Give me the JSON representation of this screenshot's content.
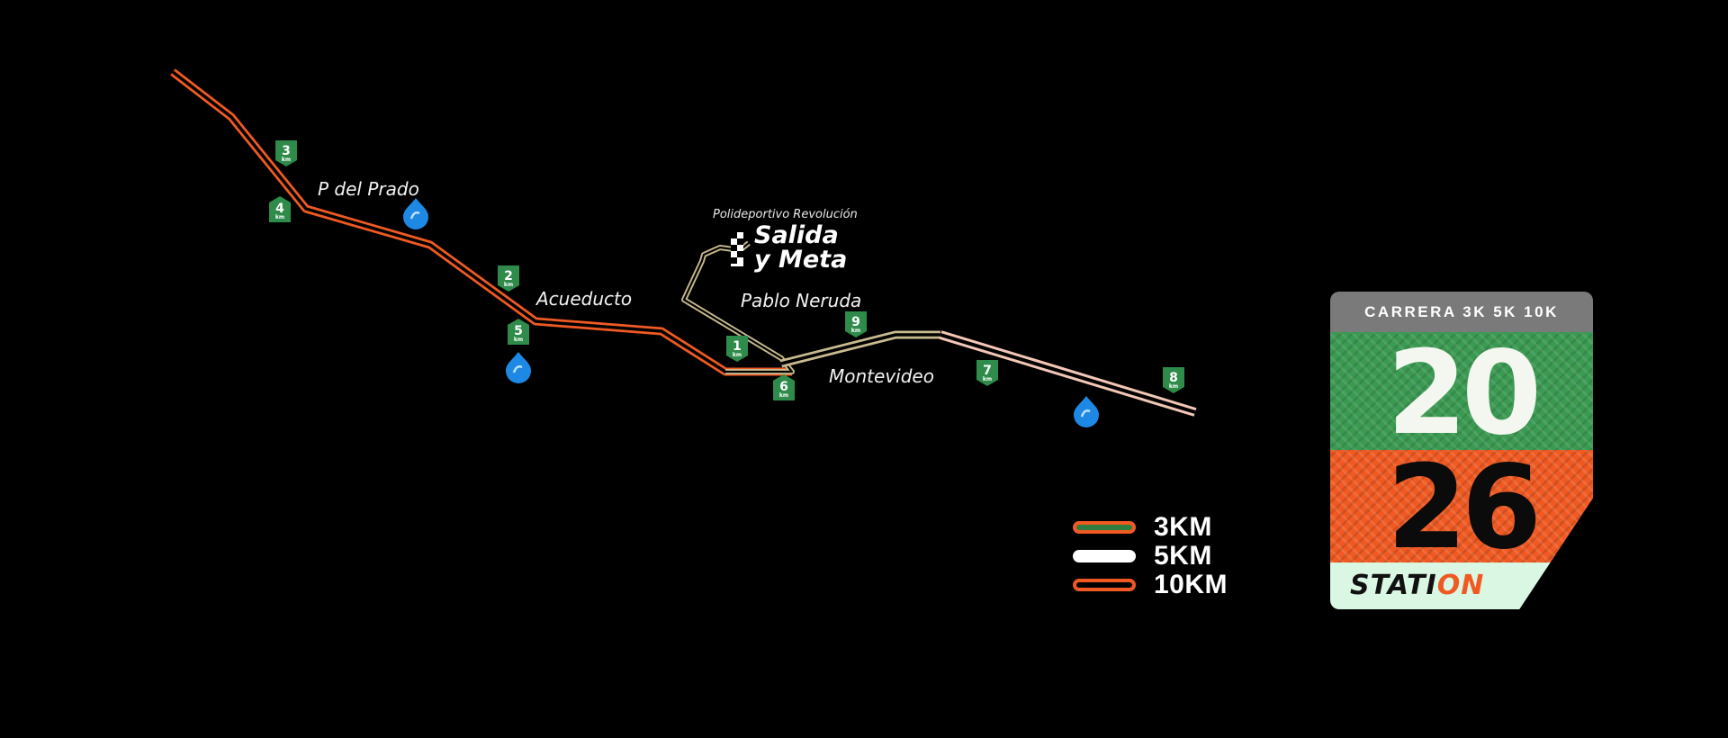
{
  "map": {
    "streets": {
      "prado": "P del Prado",
      "acueducto": "Acueducto",
      "neruda": "Pablo Neruda",
      "montevideo": "Montevideo"
    },
    "venue": {
      "name": "Polideportivo Revolución",
      "line1": "Salida",
      "line2": "y Meta"
    },
    "km_unit": "km",
    "km_markers": [
      {
        "n": "1"
      },
      {
        "n": "2"
      },
      {
        "n": "3"
      },
      {
        "n": "4"
      },
      {
        "n": "5"
      },
      {
        "n": "6"
      },
      {
        "n": "7"
      },
      {
        "n": "8"
      },
      {
        "n": "9"
      }
    ],
    "water_station_count": 3,
    "route_colors": {
      "orange": "#f05a22",
      "tan": "#c9bb8f",
      "pink": "#f3c7b6",
      "marker_green": "#2e8b4a",
      "water_blue": "#1e88e5"
    }
  },
  "legend": {
    "items": [
      {
        "label": "3KM",
        "swatch": "orange-outline-green-fill"
      },
      {
        "label": "5KM",
        "swatch": "white-solid"
      },
      {
        "label": "10KM",
        "swatch": "orange-outline-hollow"
      }
    ]
  },
  "badge": {
    "title": "CARRERA 3K 5K 10K",
    "year_top": "20",
    "year_bottom": "26",
    "brand_part1": "STATI",
    "brand_part2": "ON",
    "colors": {
      "green": "#3b9a52",
      "orange": "#f05a22",
      "mint": "#d9f7e2",
      "gray": "#7a7a7a"
    }
  }
}
